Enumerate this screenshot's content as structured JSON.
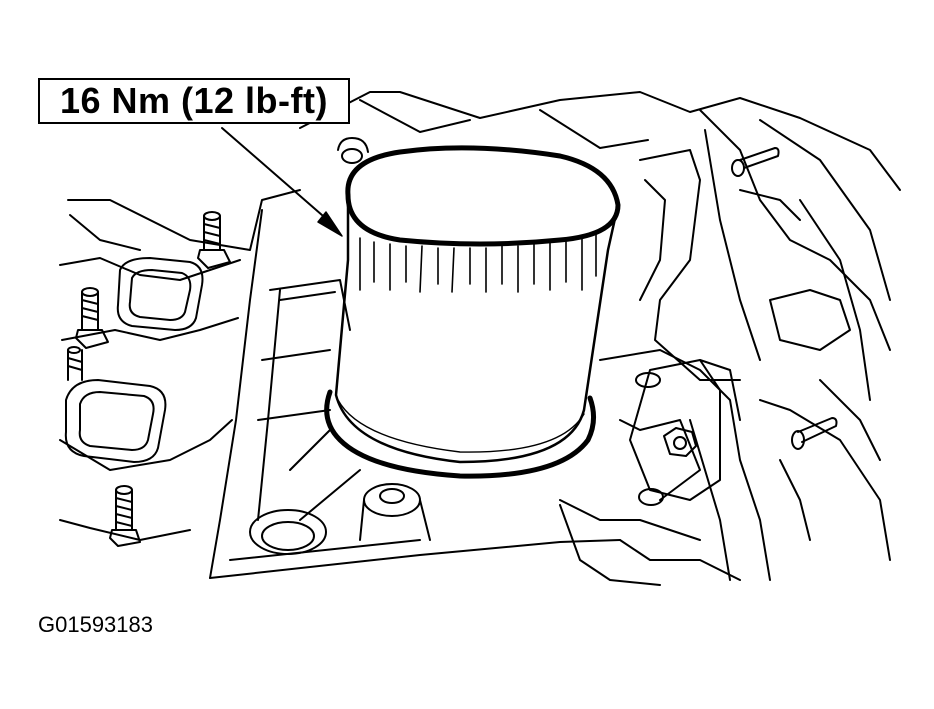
{
  "callout": {
    "torque_label": "16 Nm (12 lb-ft)"
  },
  "figure": {
    "id": "G01593183"
  },
  "colors": {
    "ink": "#000000",
    "paper": "#ffffff"
  },
  "components": {
    "oil_filter": "oil-filter",
    "engine_block": "engine-block-outline",
    "studs": "manifold-studs",
    "bolts": "mounting-bolts"
  }
}
